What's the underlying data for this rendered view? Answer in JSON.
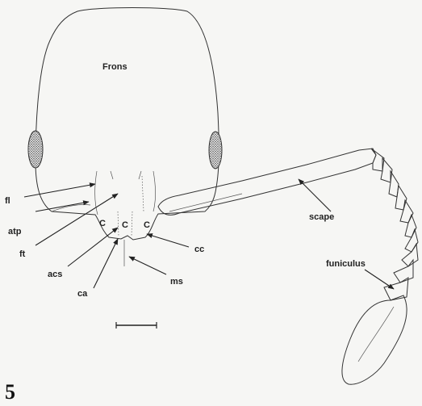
{
  "labels": {
    "frons": "Frons",
    "fl": "fl",
    "atp": "atp",
    "ft": "ft",
    "acs": "acs",
    "ca": "ca",
    "ms": "ms",
    "cc": "cc",
    "scape": "scape",
    "funiculus": "funiculus",
    "c1": "C",
    "c2": "C",
    "c3": "C"
  },
  "figure_number": "5"
}
